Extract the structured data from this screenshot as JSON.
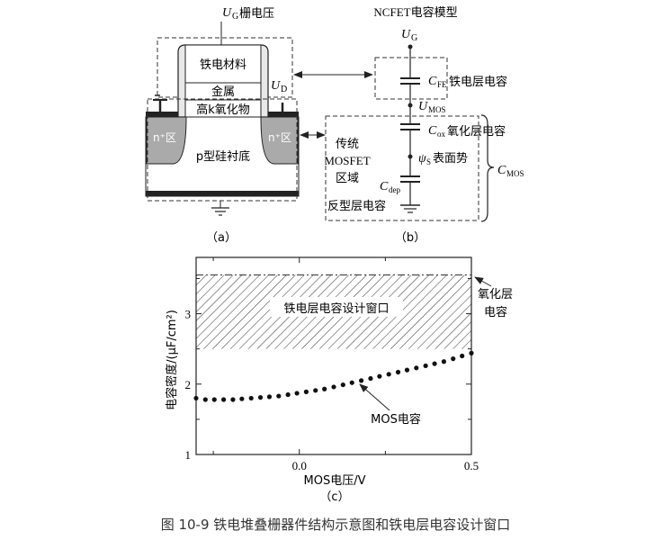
{
  "figure_caption": "图 10-9   铁电堆叠栅器件结构示意图和铁电层电容设计窗口",
  "panel_a": {
    "gate_voltage_label_sym": "U",
    "gate_voltage_label_sub": "G",
    "gate_voltage_label_text": "栅电压",
    "ferroelectric": "铁电材料",
    "metal": "金属",
    "high_k_oxide": "高k氧化物",
    "ud_sym": "U",
    "ud_sub": "D",
    "n_left": "n⁺区",
    "n_right": "n⁺区",
    "substrate": "p型硅衬底",
    "panel_label": "（a）"
  },
  "panel_b": {
    "title": "NCFET电容模型",
    "ug_sym": "U",
    "ug_sub": "G",
    "cfe_sym": "C",
    "cfe_sub": "FE",
    "cfe_text": "铁电层电容",
    "umos_sym": "U",
    "umos_sub": "MOS",
    "cox_sym": "C",
    "cox_sub": "ox",
    "cox_text": "氧化层电容",
    "psi_sym": "ψ",
    "psi_sub": "S",
    "psi_text": "表面势",
    "cdep_sym": "C",
    "cdep_sub": "dep",
    "inversion_text": "反型层电容",
    "mosfet_region": [
      "传统",
      "MOSFET",
      "区域"
    ],
    "cmos_sym": "C",
    "cmos_sub": "MOS",
    "panel_label": "（b）"
  },
  "chart_data": {
    "type": "scatter",
    "title": "",
    "xlabel": "MOS电压/V",
    "ylabel": "电容密度/(μF/cm²)",
    "xlim": [
      -0.3,
      0.5
    ],
    "ylim": [
      1,
      3.8
    ],
    "x_ticks": [
      0.0,
      0.5
    ],
    "x_tick_labels": [
      "0.0",
      "0.5"
    ],
    "x_minor_ticks": [
      -0.25,
      0.25
    ],
    "y_ticks": [
      1,
      2,
      3
    ],
    "y_tick_labels": [
      "1",
      "2",
      "3"
    ],
    "y_minor_ticks": [
      1.5,
      2.5,
      3.5
    ],
    "oxide_capacitance": 3.55,
    "design_window": [
      2.5,
      3.55
    ],
    "design_window_label": "铁电层电容设计窗口",
    "oxide_label": [
      "氧化层",
      "电容"
    ],
    "series": [
      {
        "name": "MOS电容",
        "x": [
          -0.3,
          -0.273,
          -0.247,
          -0.22,
          -0.193,
          -0.167,
          -0.14,
          -0.113,
          -0.087,
          -0.06,
          -0.033,
          -0.007,
          0.02,
          0.047,
          0.073,
          0.1,
          0.127,
          0.153,
          0.18,
          0.207,
          0.233,
          0.26,
          0.287,
          0.313,
          0.34,
          0.367,
          0.393,
          0.42,
          0.447,
          0.473,
          0.5
        ],
        "y": [
          1.8,
          1.78,
          1.78,
          1.78,
          1.78,
          1.79,
          1.8,
          1.81,
          1.82,
          1.83,
          1.85,
          1.87,
          1.89,
          1.91,
          1.93,
          1.96,
          1.99,
          2.02,
          2.05,
          2.08,
          2.11,
          2.14,
          2.17,
          2.2,
          2.23,
          2.26,
          2.29,
          2.32,
          2.36,
          2.4,
          2.44
        ]
      }
    ],
    "panel_label": "（c）"
  }
}
